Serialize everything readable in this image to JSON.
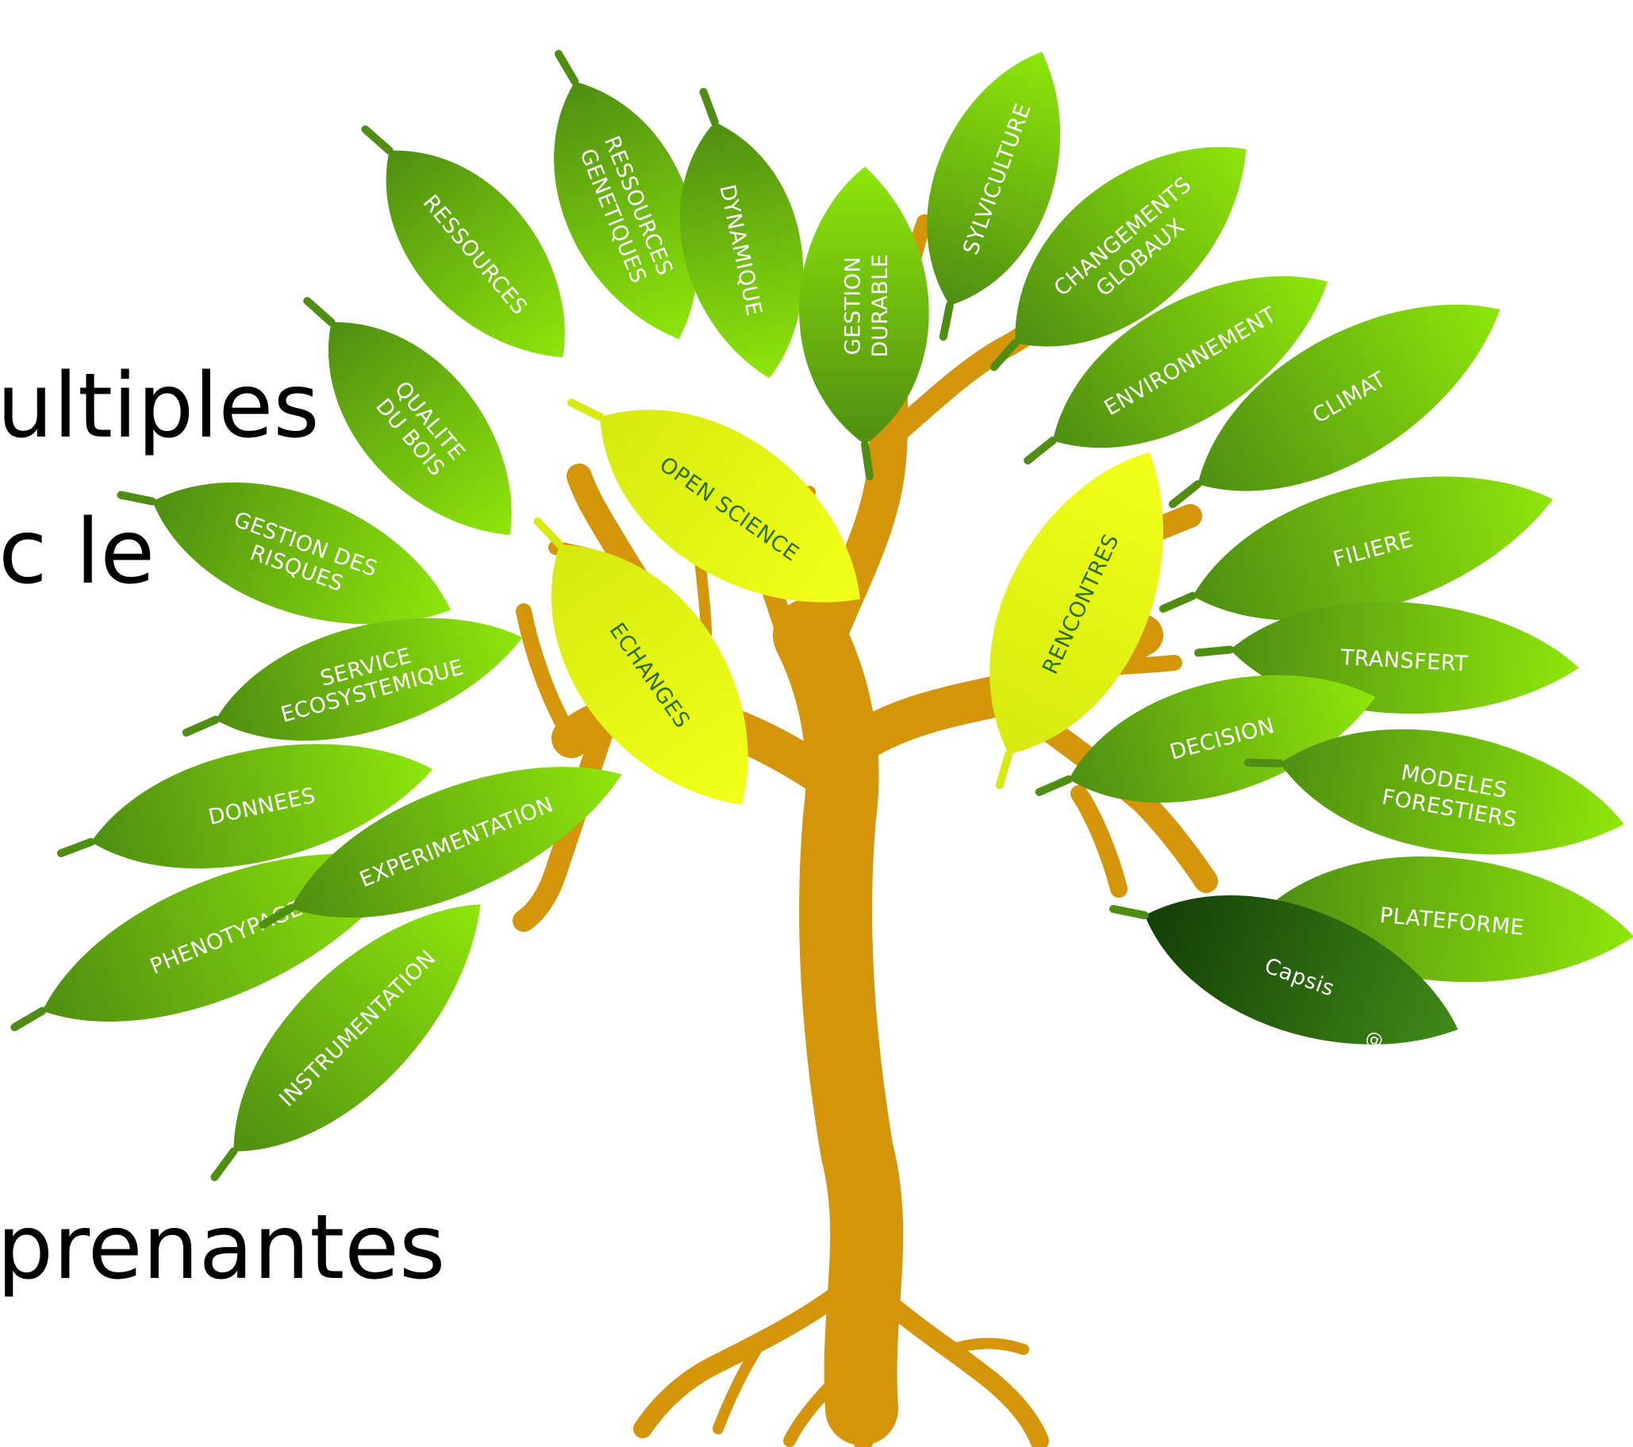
{
  "background_text": {
    "line1": "ultiples",
    "line2": "c le",
    "line3": "prenantes"
  },
  "colors": {
    "trunk": "#d4950a",
    "green_light": "#8ee60a",
    "green_dark": "#4f8e12",
    "yellow_light": "#f2ff18",
    "yellow_dark": "#d6ea10",
    "capsis_light": "#3f8a17",
    "capsis_dark": "#143d06",
    "text_on_green": "#ffffff",
    "text_on_yellow": "#2e6d10"
  },
  "leaves": [
    {
      "id": "ressources-genetiques",
      "variant": "green",
      "lines": [
        "RESSOURCES",
        "GENETIQUES"
      ]
    },
    {
      "id": "ressources",
      "variant": "green",
      "lines": [
        "RESSOURCES"
      ]
    },
    {
      "id": "dynamique",
      "variant": "green",
      "lines": [
        "DYNAMIQUE"
      ]
    },
    {
      "id": "gestion-durable",
      "variant": "green",
      "lines": [
        "GESTION",
        "DURABLE"
      ]
    },
    {
      "id": "sylviculture",
      "variant": "green",
      "lines": [
        "SYLVICULTURE"
      ]
    },
    {
      "id": "changements-globaux",
      "variant": "green",
      "lines": [
        "CHANGEMENTS",
        "GLOBAUX"
      ]
    },
    {
      "id": "environnement",
      "variant": "green",
      "lines": [
        "ENVIRONNEMENT"
      ]
    },
    {
      "id": "qualite-du-bois",
      "variant": "green",
      "lines": [
        "QUALITE",
        "DU BOIS"
      ]
    },
    {
      "id": "gestion-des-risques",
      "variant": "green",
      "lines": [
        "GESTION DES",
        "RISQUES"
      ]
    },
    {
      "id": "service-ecosystemique",
      "variant": "green",
      "lines": [
        "SERVICE",
        "ECOSYSTEMIQUE"
      ]
    },
    {
      "id": "donnees",
      "variant": "green",
      "lines": [
        "DONNEES"
      ]
    },
    {
      "id": "experimentation",
      "variant": "green",
      "lines": [
        "EXPERIMENTATION"
      ]
    },
    {
      "id": "phenotypage",
      "variant": "green",
      "lines": [
        "PHENOTYPAGE"
      ]
    },
    {
      "id": "instrumentation",
      "variant": "green",
      "lines": [
        "INSTRUMENTATION"
      ]
    },
    {
      "id": "climat",
      "variant": "green",
      "lines": [
        "CLIMAT"
      ]
    },
    {
      "id": "filiere",
      "variant": "green",
      "lines": [
        "FILIERE"
      ]
    },
    {
      "id": "transfert",
      "variant": "green",
      "lines": [
        "TRANSFERT"
      ]
    },
    {
      "id": "decision",
      "variant": "green",
      "lines": [
        "DECISION"
      ]
    },
    {
      "id": "modeles-forestiers",
      "variant": "green",
      "lines": [
        "MODELES",
        "FORESTIERS"
      ]
    },
    {
      "id": "plateforme",
      "variant": "green",
      "lines": [
        "PLATEFORME"
      ]
    },
    {
      "id": "open-science",
      "variant": "yellow",
      "lines": [
        "OPEN SCIENCE"
      ]
    },
    {
      "id": "echanges",
      "variant": "yellow",
      "lines": [
        "ECHANGES"
      ]
    },
    {
      "id": "rencontres",
      "variant": "yellow",
      "lines": [
        "RENCONTRES"
      ]
    },
    {
      "id": "capsis",
      "variant": "capsis",
      "lines": [
        "Capsis"
      ],
      "mark": "@"
    }
  ]
}
